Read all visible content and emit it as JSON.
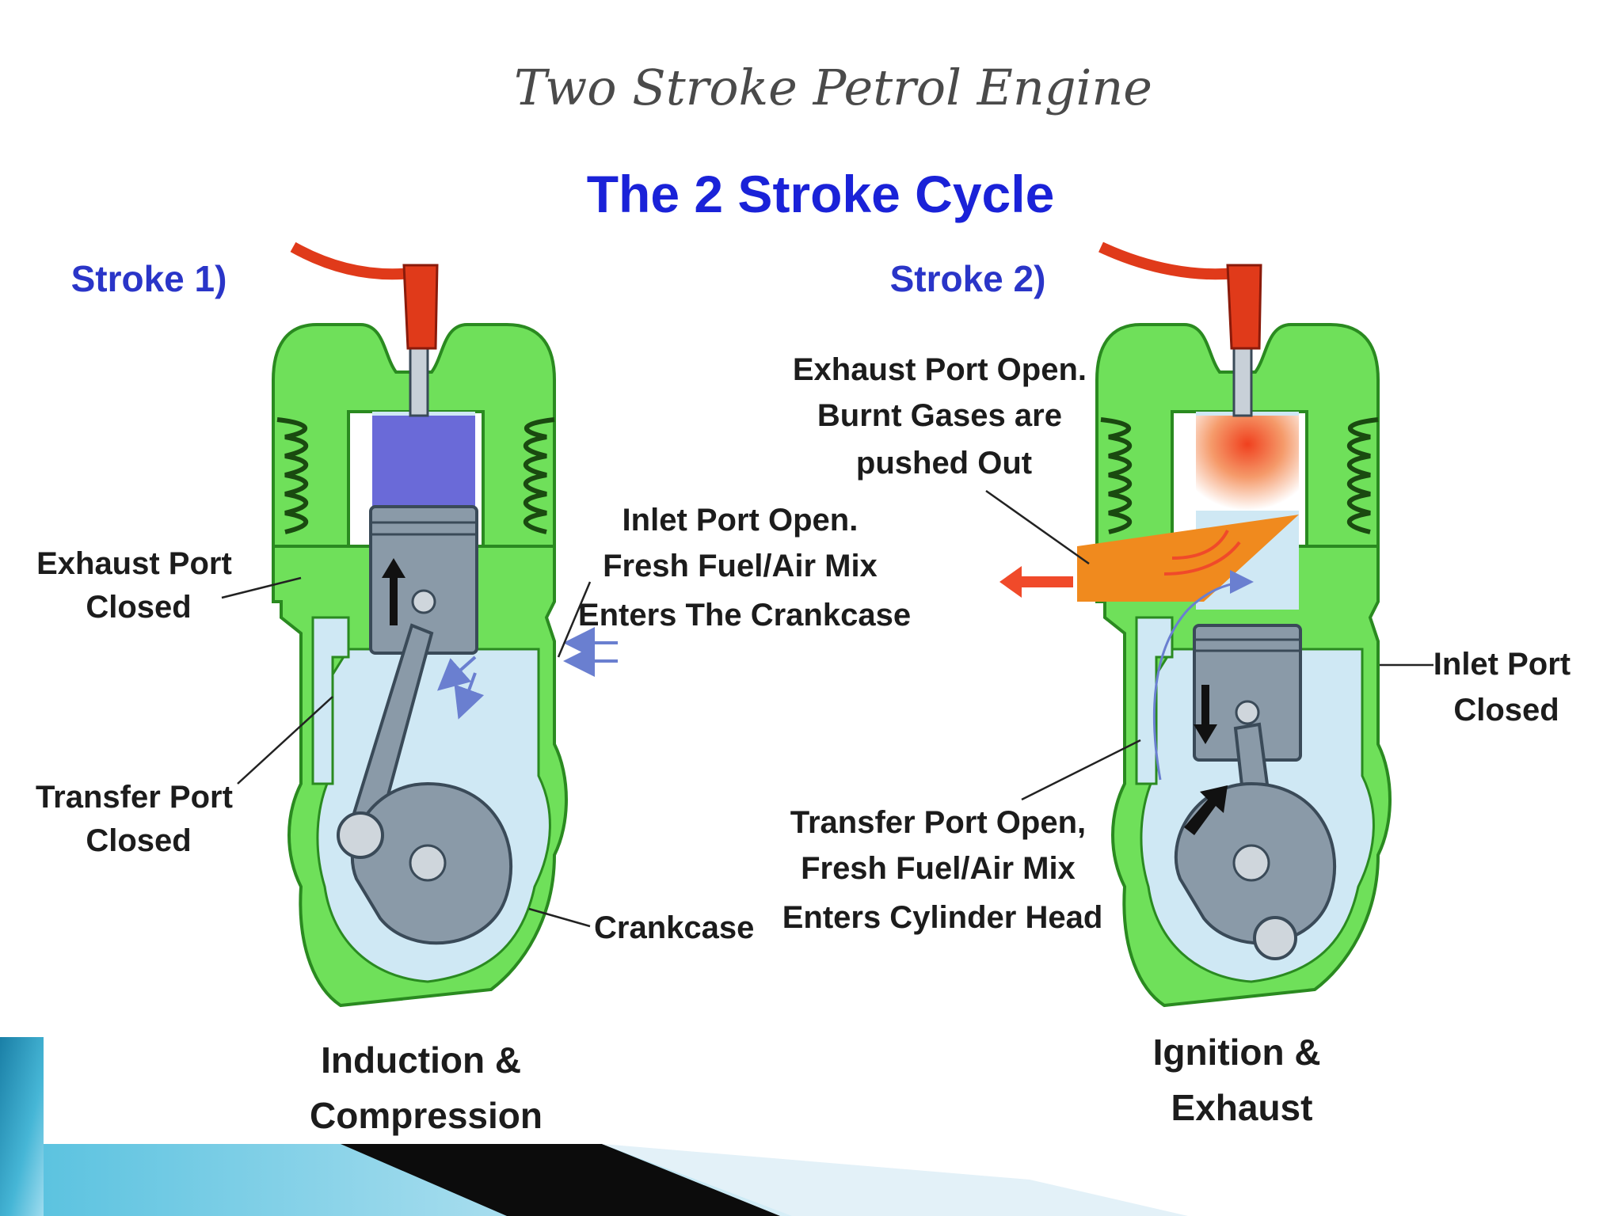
{
  "slide_title": "Two Stroke Petrol Engine",
  "diagram_title": "The 2 Stroke Cycle",
  "stroke1": {
    "label": "Stroke 1)",
    "exhaust_port": [
      "Exhaust Port",
      "Closed"
    ],
    "transfer_port": [
      "Transfer Port",
      "Closed"
    ],
    "inlet_port": [
      "Inlet Port Open.",
      "Fresh Fuel/Air Mix",
      "Enters The Crankcase"
    ],
    "crankcase": "Crankcase",
    "caption": [
      "Induction &",
      "Compression"
    ]
  },
  "stroke2": {
    "label": "Stroke 2)",
    "exhaust_port": [
      "Exhaust Port Open.",
      "Burnt Gases are",
      "pushed Out"
    ],
    "inlet_port": [
      "Inlet Port",
      "Closed"
    ],
    "transfer_port": [
      "Transfer Port Open,",
      "Fresh Fuel/Air Mix",
      "Enters Cylinder Head"
    ],
    "caption": [
      "Ignition &",
      "Exhaust"
    ]
  },
  "colors": {
    "engine_body": "#6fe05a",
    "engine_outline": "#2a8a20",
    "compressed_charge": "#6a6ad8",
    "exhaust_gas": "#f08a1e",
    "combustion": "#f04a2a",
    "fresh_mix": "#cfe8f4",
    "piston": "#8a9aa8",
    "spark_lead": "#e03a1a",
    "title_blue": "#1a22d8",
    "accent_teal": "#1b8fb0"
  }
}
